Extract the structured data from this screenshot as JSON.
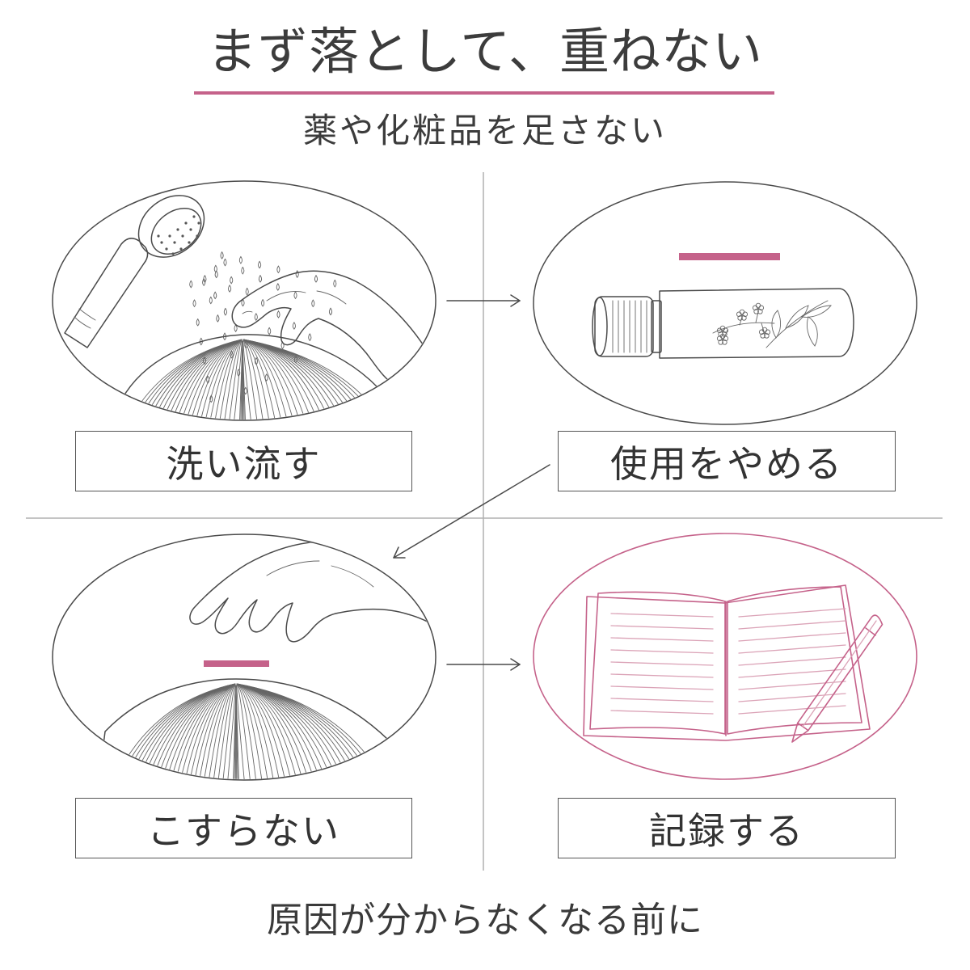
{
  "title": "まず落として、重ねない",
  "subtitle": "薬や化粧品を足さない",
  "steps": [
    {
      "label": "洗い流す",
      "illustration": "shower-scalp"
    },
    {
      "label": "使用をやめる",
      "illustration": "product-bottle"
    },
    {
      "label": "こすらない",
      "illustration": "hand-above-scalp"
    },
    {
      "label": "記録する",
      "illustration": "notebook-pencil"
    }
  ],
  "footer": "原因が分からなくなる前に",
  "colors": {
    "accent": "#c5628a",
    "accent_light": "#dba3b7",
    "line": "#4a4a4a",
    "divider": "#b0b0b0",
    "background": "#ffffff"
  }
}
